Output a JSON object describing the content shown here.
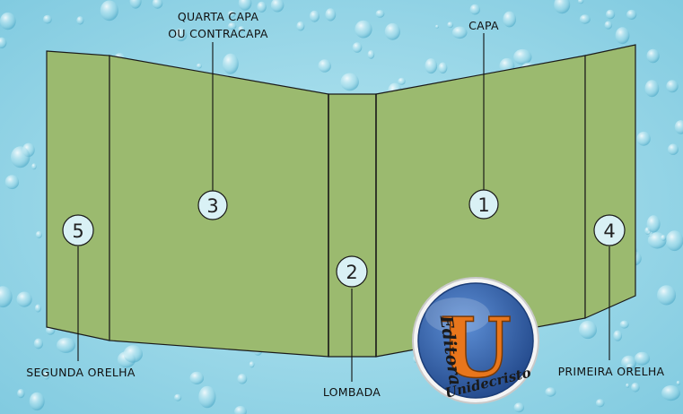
{
  "colors": {
    "background": "#8fd3e6",
    "panel": "#9bba6f",
    "panel_stroke": "#1a1a1a",
    "circle_fill": "#d9f1f5",
    "logo_blue": "#2f5fa6",
    "logo_orange": "#e8761c"
  },
  "labels": {
    "quarta_capa_line1": "QUARTA CAPA",
    "quarta_capa_line2": "OU CONTRACAPA",
    "capa": "CAPA",
    "segunda_orelha": "SEGUNDA ORELHA",
    "lombada": "LOMBADA",
    "primeira_orelha": "PRIMEIRA ORELHA"
  },
  "markers": {
    "m1": "1",
    "m2": "2",
    "m3": "3",
    "m4": "4",
    "m5": "5"
  },
  "logo": {
    "letter": "U",
    "word_top": "Editora",
    "word_bottom": "Unidecristo"
  }
}
